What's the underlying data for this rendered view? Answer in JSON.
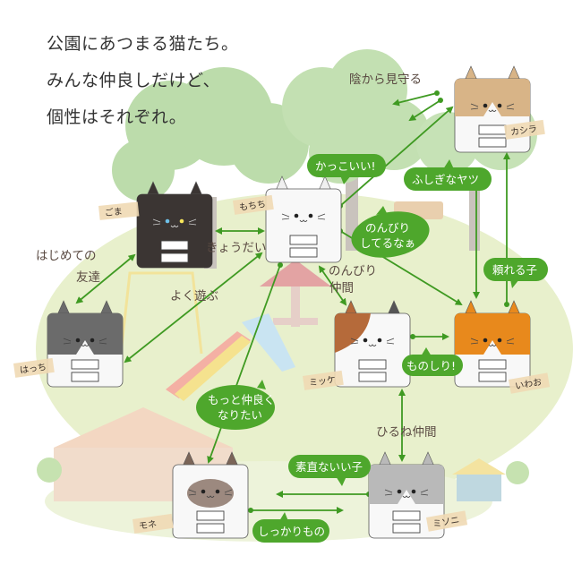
{
  "title_lines": [
    "公園にあつまる猫たち。",
    "みんな仲良しだけど、",
    "個性はそれぞれ。"
  ],
  "colors": {
    "arrow": "#3f9a22",
    "bubble": "#4ea72c",
    "meadow": "#e6efc9",
    "tree": "#b9dca8"
  },
  "cats": [
    {
      "name": "カシラ",
      "head": "#d8b487",
      "pattern": "tan"
    },
    {
      "name": "ごま",
      "head": "#3b3533",
      "pattern": "black"
    },
    {
      "name": "もちち",
      "head": "#f7f7f7",
      "pattern": "white"
    },
    {
      "name": "はっち",
      "head": "#6b6b6b",
      "pattern": "tuxedo"
    },
    {
      "name": "ミッケ",
      "head": "#f7f7f7",
      "pattern": "calico"
    },
    {
      "name": "いわお",
      "head": "#e8891c",
      "pattern": "orange"
    },
    {
      "name": "モネ",
      "head": "#eadfd2",
      "pattern": "siamese"
    },
    {
      "name": "ミソニ",
      "head": "#b9b9b9",
      "pattern": "grey"
    }
  ],
  "relations": {
    "watch": "陰から見守る",
    "siblings": "きょうだい",
    "first_friend": [
      "はじめての",
      "友達"
    ],
    "play": "よく遊ぶ",
    "relax_mates": [
      "のんびり",
      "仲間"
    ],
    "nap_mates": "ひるね仲間"
  },
  "bubbles": {
    "cool": "かっこいい!",
    "mysterious": "ふしぎなヤツ",
    "relaxed": [
      "のんびり",
      "してるなぁ"
    ],
    "reliable": "頼れる子",
    "knowledgeable": "ものしり!",
    "closer": [
      "もっと仲良く",
      "なりたい"
    ],
    "honest": "素直ないい子",
    "dependable": "しっかりもの"
  }
}
